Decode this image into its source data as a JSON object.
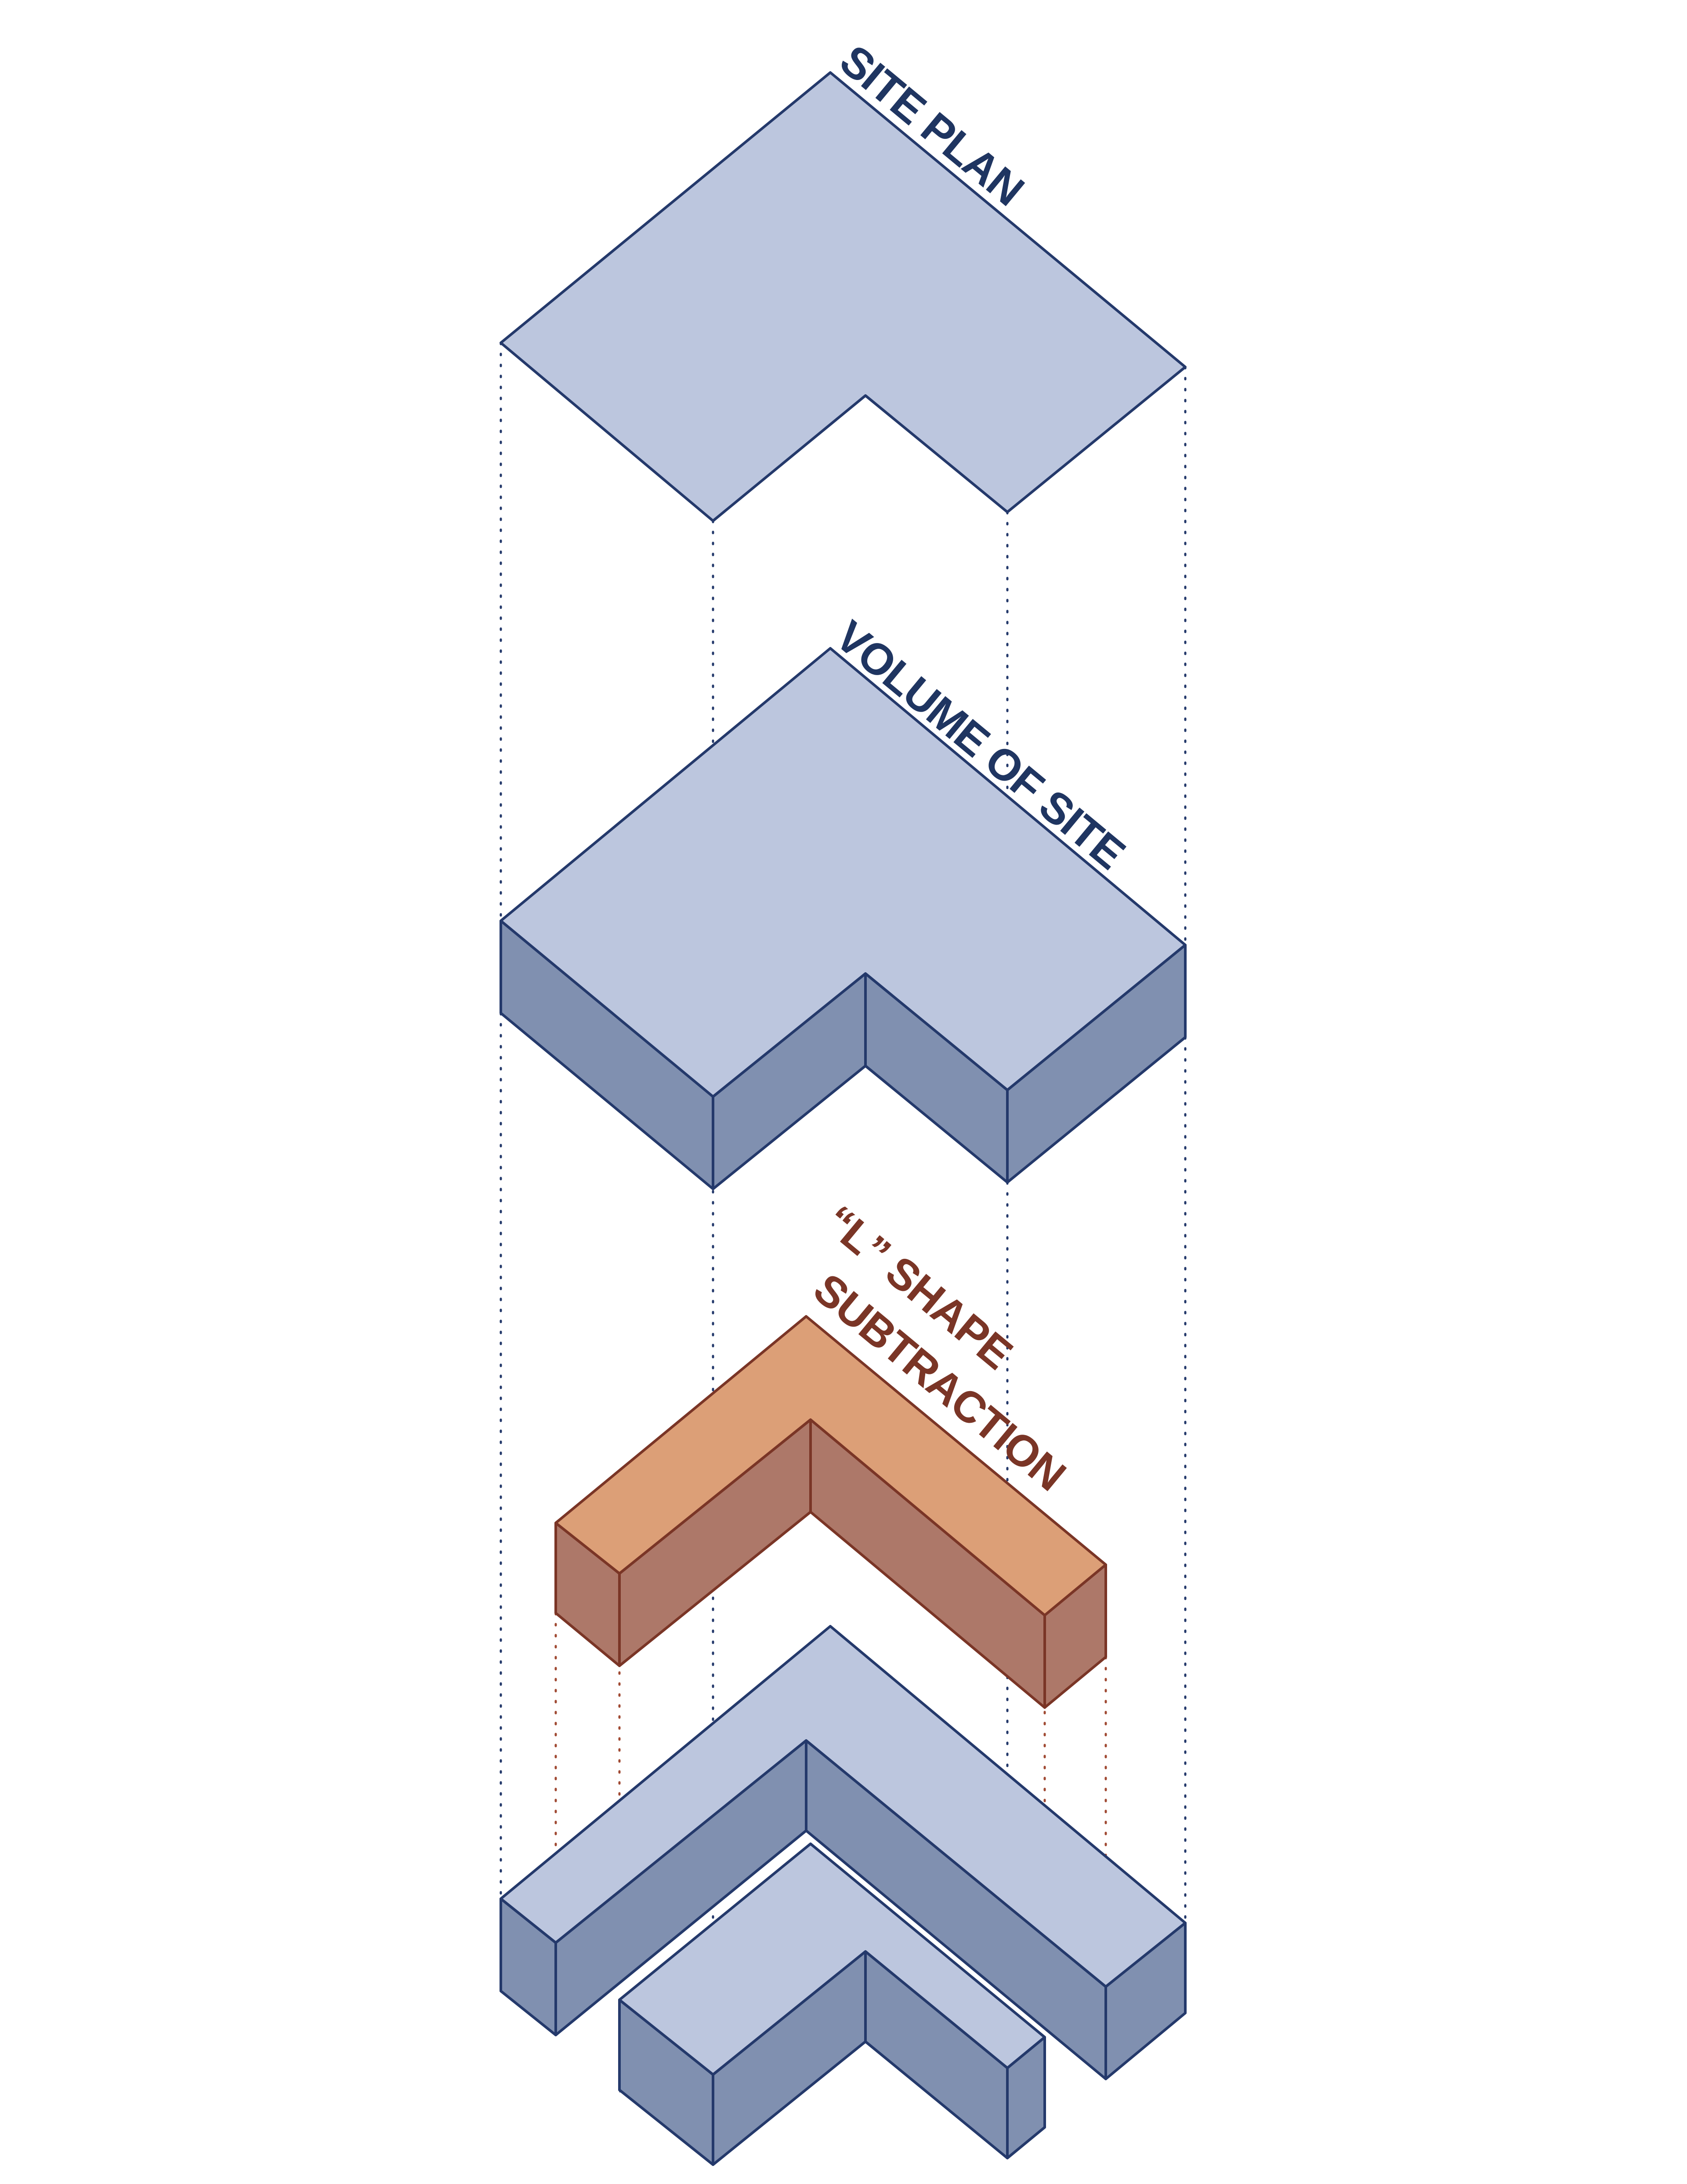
{
  "labels": {
    "site_plan": "SITE PLAN",
    "volume_of_site": "VOLUME OF SITE",
    "l_shape_line1": "“L” SHAPE",
    "l_shape_line2": "SUBTRACTION"
  },
  "colors": {
    "outline_blue": "#24396b",
    "top_blue": "#bcc6de",
    "side_blue": "#8090b0",
    "outline_red": "#7a3526",
    "top_red": "#dc9f77",
    "side_red": "#ad7869"
  }
}
